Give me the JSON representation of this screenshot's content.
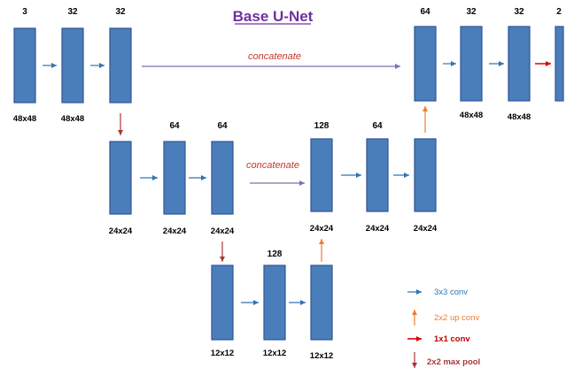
{
  "title": "Base U-Net",
  "concat_label": "concatenate",
  "channels": {
    "l1_in": "3",
    "l1_c1": "32",
    "l1_c2": "32",
    "l2_c2": "64",
    "l2_c3": "64",
    "l3_c2": "128",
    "d2_c1": "128",
    "d2_c2": "64",
    "d1_c1": "64",
    "d1_c2": "32",
    "d1_c3": "32",
    "out": "2"
  },
  "sizes": {
    "l1_a": "48x48",
    "l1_b": "48x48",
    "l2_a": "24x24",
    "l2_b": "24x24",
    "l2_c": "24x24",
    "l3_a": "12x12",
    "l3_b": "12x12",
    "l3_c": "12x12",
    "d2_a": "24x24",
    "d2_b": "24x24",
    "d2_c": "24x24",
    "d1_a": "48x48",
    "d1_b": "48x48"
  },
  "legend": [
    {
      "label": "3x3 conv",
      "color": "#2e75b6",
      "icon": "arrow-right-icon"
    },
    {
      "label": "2x2 up conv",
      "color": "#ed7d31",
      "icon": "arrow-up-icon"
    },
    {
      "label": "1x1 conv",
      "color": "#c00000",
      "icon": "arrow-right-icon"
    },
    {
      "label": "2x2 max pool",
      "color": "#a9373a",
      "icon": "arrow-down-icon"
    }
  ],
  "colors": {
    "block": "#4a7ebb",
    "concat_arrow": "#7a6fb0",
    "conv": "#2e75b6",
    "up": "#ed7d31",
    "final": "#e00000",
    "pool": "#a9373a",
    "title": "#7030a0"
  }
}
